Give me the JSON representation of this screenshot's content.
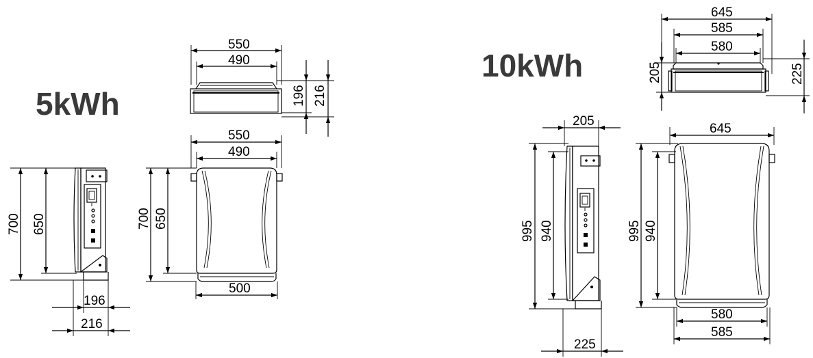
{
  "titles": {
    "small": "5kWh",
    "large": "10kWh"
  },
  "small": {
    "top_width_outer": "550",
    "top_width_inner": "490",
    "top_depth_inner": "196",
    "top_depth_outer": "216",
    "front_width_outer": "550",
    "front_width_inner": "490",
    "front_base_width": "500",
    "front_height_outer": "700",
    "front_height_inner": "650",
    "side_height_outer": "700",
    "side_height_inner": "650",
    "side_depth_inner": "196",
    "side_depth_outer": "216"
  },
  "large": {
    "top_width_outer": "645",
    "top_width_mid": "585",
    "top_width_inner": "580",
    "top_depth_inner": "205",
    "top_depth_outer": "225",
    "side_top_depth": "205",
    "side_bottom_depth": "225",
    "side_height_outer": "995",
    "side_height_inner": "940",
    "front_width_top": "645",
    "front_height_outer": "995",
    "front_height_inner": "940",
    "front_base_inner": "580",
    "front_base_outer": "585"
  }
}
